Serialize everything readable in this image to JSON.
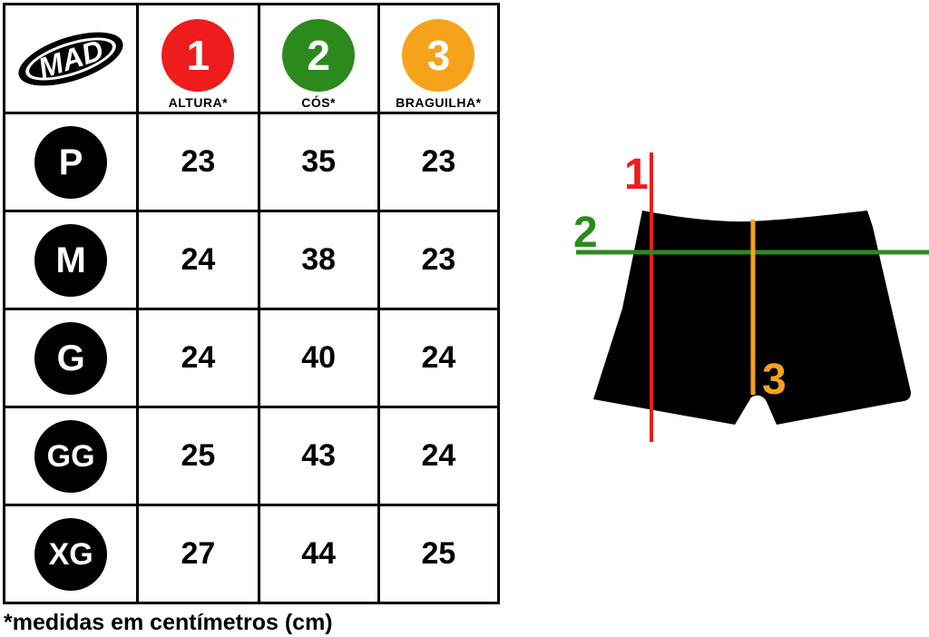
{
  "brand": {
    "logo_text": "MAD"
  },
  "table": {
    "headers": [
      {
        "number": "1",
        "label": "ALTURA*",
        "color": "#ee1c1c"
      },
      {
        "number": "2",
        "label": "CÓS*",
        "color": "#2c8a1c"
      },
      {
        "number": "3",
        "label": "BRAGUILHA*",
        "color": "#f7a21b"
      }
    ],
    "rows": [
      {
        "size": "P",
        "values": [
          "23",
          "35",
          "23"
        ]
      },
      {
        "size": "M",
        "values": [
          "24",
          "38",
          "23"
        ]
      },
      {
        "size": "G",
        "values": [
          "24",
          "40",
          "24"
        ]
      },
      {
        "size": "GG",
        "values": [
          "25",
          "43",
          "24"
        ]
      },
      {
        "size": "XG",
        "values": [
          "27",
          "44",
          "25"
        ]
      }
    ]
  },
  "footnote": "*medidas em centímetros (cm)",
  "diagram": {
    "labels": [
      {
        "number": "1",
        "color": "#ee1c1c"
      },
      {
        "number": "2",
        "color": "#2c8a1c"
      },
      {
        "number": "3",
        "color": "#f7a21b"
      }
    ],
    "garment_color": "#000000"
  }
}
